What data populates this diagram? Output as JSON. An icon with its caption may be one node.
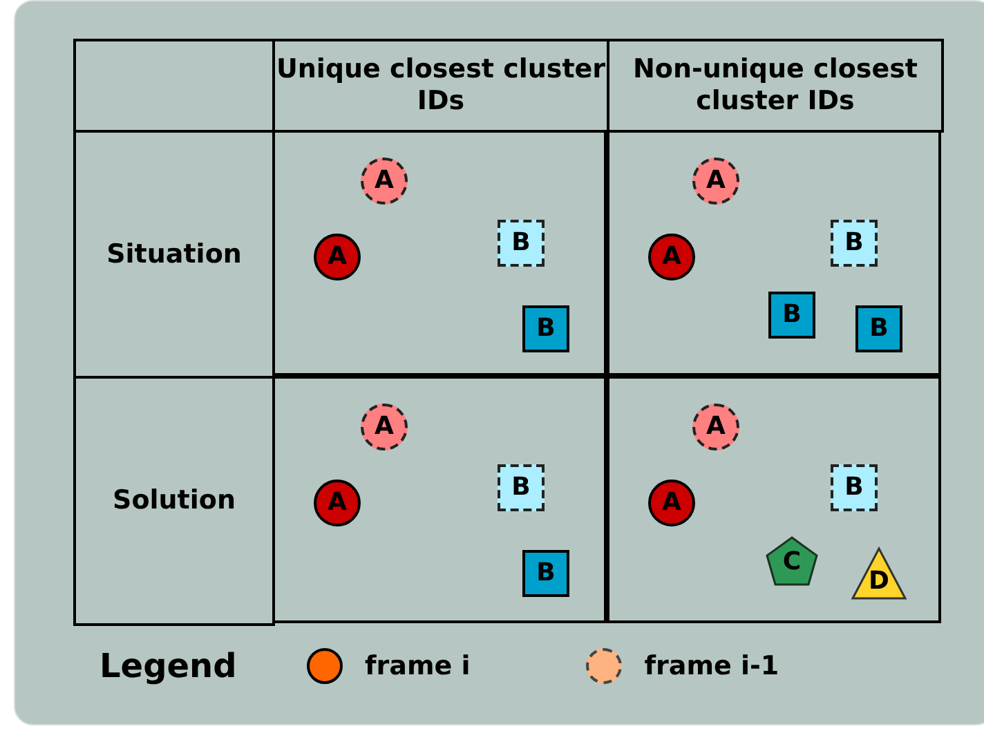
{
  "diagram": {
    "nodes": [
      {
        "text": [],
        "shape": "box"
      },
      {
        "text": [
          "A"
        ],
        "in": 0
      },
      {
        "text": [
          "A"
        ],
        "in": 0
      },
      {
        "text": [
          "B"
        ],
        "in": 0
      },
      {
        "text": [
          "B"
        ],
        "in": 0
      },
      {
        "text": [],
        "shape": "box"
      },
      {
        "text": [
          "A"
        ],
        "in": 5
      },
      {
        "text": [
          "A"
        ],
        "in": 5
      },
      {
        "text": [
          "B"
        ],
        "in": 5
      },
      {
        "text": [
          "B"
        ],
        "in": 5
      },
      {
        "text": [
          "B"
        ],
        "in": 5
      },
      {
        "text": [],
        "shape": "box"
      },
      {
        "text": [
          "A"
        ],
        "in": 11
      },
      {
        "text": [
          "A"
        ],
        "in": 11
      },
      {
        "text": [
          "B"
        ],
        "in": 11
      },
      {
        "text": [
          "B"
        ],
        "in": 11
      },
      {
        "text": [],
        "shape": "box"
      },
      {
        "text": [
          "A"
        ],
        "in": 16
      },
      {
        "text": [
          "A"
        ],
        "in": 16
      },
      {
        "text": [
          "B"
        ],
        "in": 16
      },
      {
        "text": [
          "C"
        ],
        "in": 16
      },
      {
        "text": [
          "D"
        ],
        "in": 16
      }
    ],
    "labels": [
      "Unique closest cluster IDs",
      "Non-unique closest cluster IDs",
      "Situation",
      "Solution",
      "Legend"
    ],
    "legend": [
      {
        "text": "frame i",
        "color": "#ff6600"
      },
      {
        "text": "frame i-1",
        "color": "#ffb380"
      }
    ]
  }
}
